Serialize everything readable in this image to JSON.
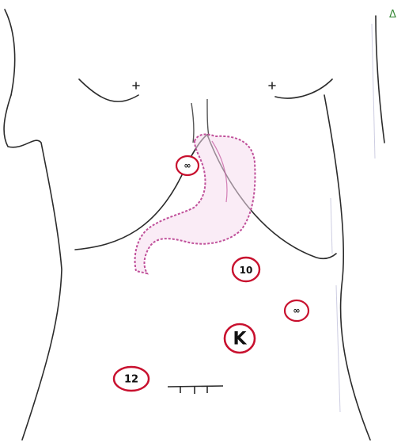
{
  "figure": {
    "corner_mark": "Δ",
    "colors": {
      "outline": "#2b2b2b",
      "stomach": "#c0509a",
      "stomach_fill": "#e8a8d4",
      "port_ring": "#c8102e",
      "corner_mark": "#3a8a3a"
    }
  },
  "ports": {
    "upper_epigastric": {
      "label": "∞"
    },
    "port_10": {
      "label": "10"
    },
    "left_lateral": {
      "label": "∞"
    },
    "camera": {
      "label": "K"
    },
    "port_12": {
      "label": "12"
    }
  }
}
